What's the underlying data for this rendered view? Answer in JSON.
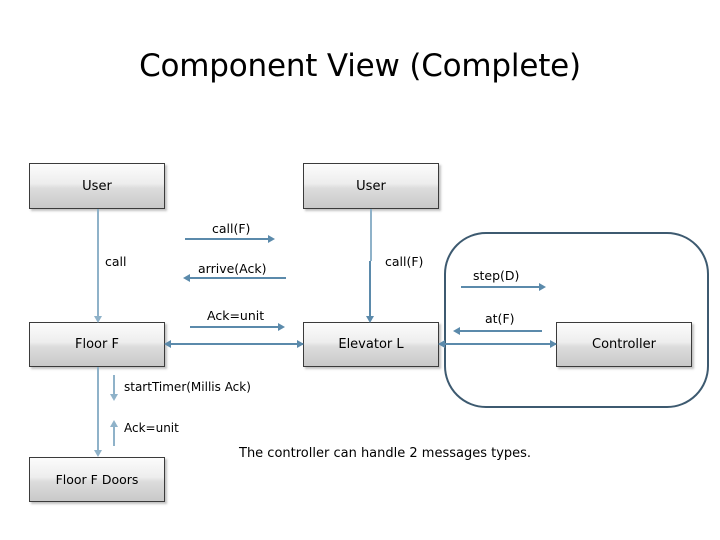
{
  "slide": {
    "title": "Component View (Complete)",
    "caption": "The controller can handle 2 messages types.",
    "accent_line": "#5b8aab",
    "accent_line_light": "#8fb2c9",
    "group_border": "#3d5a70",
    "node_border": "#3b3b3b",
    "background": "#ffffff"
  },
  "nodes": {
    "user_left": "User",
    "user_right": "User",
    "floor": "Floor F",
    "elevator": "Elevator L",
    "controller": "Controller",
    "floor_doors": "Floor F Doors"
  },
  "messages": {
    "call": "call",
    "call_f_mid": "call(F)",
    "arrive_ack": "arrive(Ack)",
    "ack_unit_mid": "Ack=unit",
    "call_f_right": "call(F)",
    "step_d": "step(D)",
    "at_f": "at(F)",
    "start_timer": "startTimer(Millis Ack)",
    "ack_unit_doors": "Ack=unit"
  }
}
